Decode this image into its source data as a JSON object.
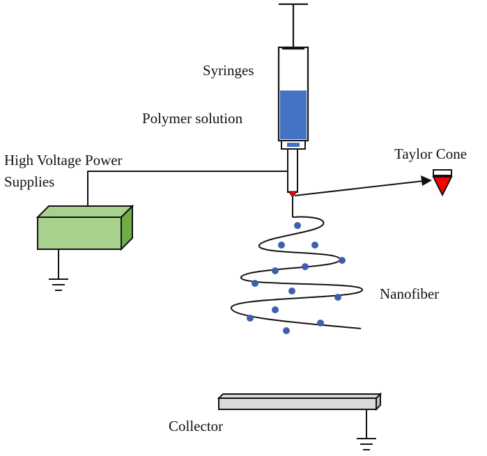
{
  "labels": {
    "syringes": "Syringes",
    "polymer_solution": "Polymer solution",
    "power_supply_line1": "High Voltage Power",
    "power_supply_line2": "Supplies",
    "taylor_cone": "Taylor Cone",
    "nanofiber": "Nanofiber",
    "collector": "Collector"
  },
  "colors": {
    "line": "#111111",
    "solution": "#4472c4",
    "power_supply_front": "#a9d18e",
    "power_supply_side": "#70ad47",
    "cone": "#ff0000",
    "particle": "#3f5fae",
    "collector": "#d9d9d9"
  }
}
